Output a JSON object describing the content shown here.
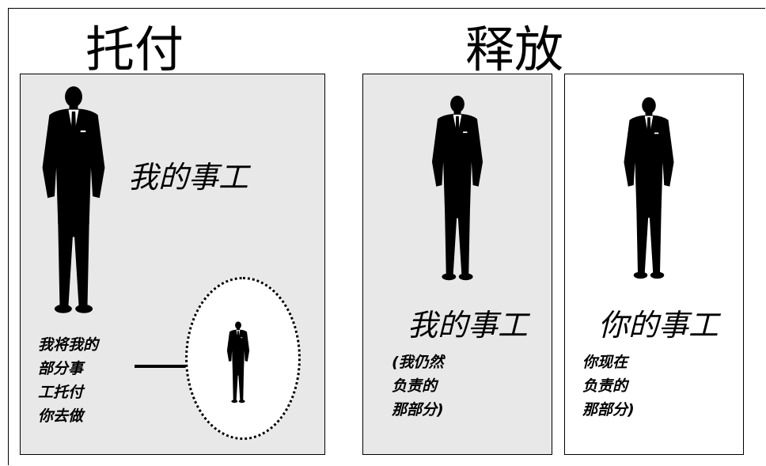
{
  "headings": {
    "delegate": "托付",
    "release": "释放"
  },
  "panel_left": {
    "title": "我的事工",
    "note_lines": [
      "我将我的",
      "部分事",
      "工托付",
      "你去做"
    ]
  },
  "panel_mid": {
    "title": "我的事工",
    "note_lines": [
      "(我仍然",
      "负责的",
      "那部分)"
    ]
  },
  "panel_right": {
    "title": "你的事工",
    "note_lines": [
      "你现在",
      "负责的",
      "那部分)"
    ]
  },
  "icons": [
    "businessman-icon",
    "arrow-right-icon"
  ],
  "colors": {
    "panel_gray": "#e8e8e8",
    "ink": "#000000"
  }
}
